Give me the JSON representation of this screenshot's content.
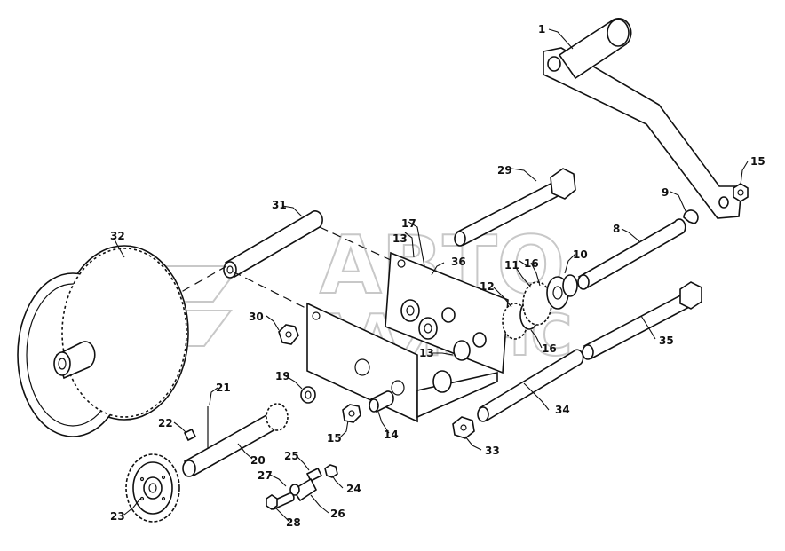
{
  "watermark": {
    "line1": "АВТО",
    "line2": "ААЯЗНС"
  },
  "callouts": {
    "c1": "1",
    "c8": "8",
    "c9": "9",
    "c10": "10",
    "c11": "11",
    "c12": "12",
    "c13a": "13",
    "c13b": "13",
    "c14": "14",
    "c15a": "15",
    "c15b": "15",
    "c16a": "16",
    "c16b": "16",
    "c17": "17",
    "c19": "19",
    "c20": "20",
    "c21": "21",
    "c22": "22",
    "c23": "23",
    "c24": "24",
    "c25": "25",
    "c26": "26",
    "c27": "27",
    "c28": "28",
    "c29": "29",
    "c30": "30",
    "c31": "31",
    "c32": "32",
    "c33": "33",
    "c34": "34",
    "c35": "35",
    "c36": "36"
  }
}
